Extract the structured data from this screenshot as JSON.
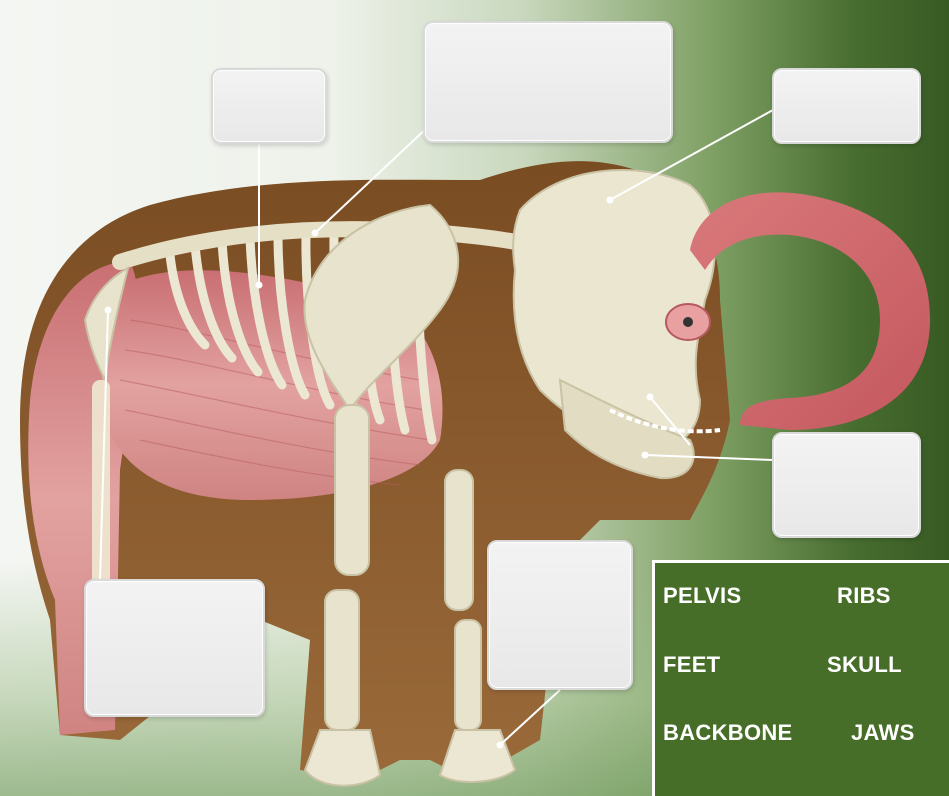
{
  "word_bank": {
    "words": [
      "PELVIS",
      "RIBS",
      "FEET",
      "SKULL",
      "BACKBONE",
      "JAWS"
    ]
  },
  "answer_boxes": [
    {
      "id": "box-ribs-left",
      "value": ""
    },
    {
      "id": "box-backbone",
      "value": ""
    },
    {
      "id": "box-skull",
      "value": ""
    },
    {
      "id": "box-jaws",
      "value": ""
    },
    {
      "id": "box-pelvis",
      "value": ""
    },
    {
      "id": "box-feet",
      "value": ""
    }
  ],
  "colors": {
    "background_green": "#466e28",
    "muscle": "#d98a8a",
    "bone": "#e8e3cc",
    "hide": "#8a5a2b"
  }
}
